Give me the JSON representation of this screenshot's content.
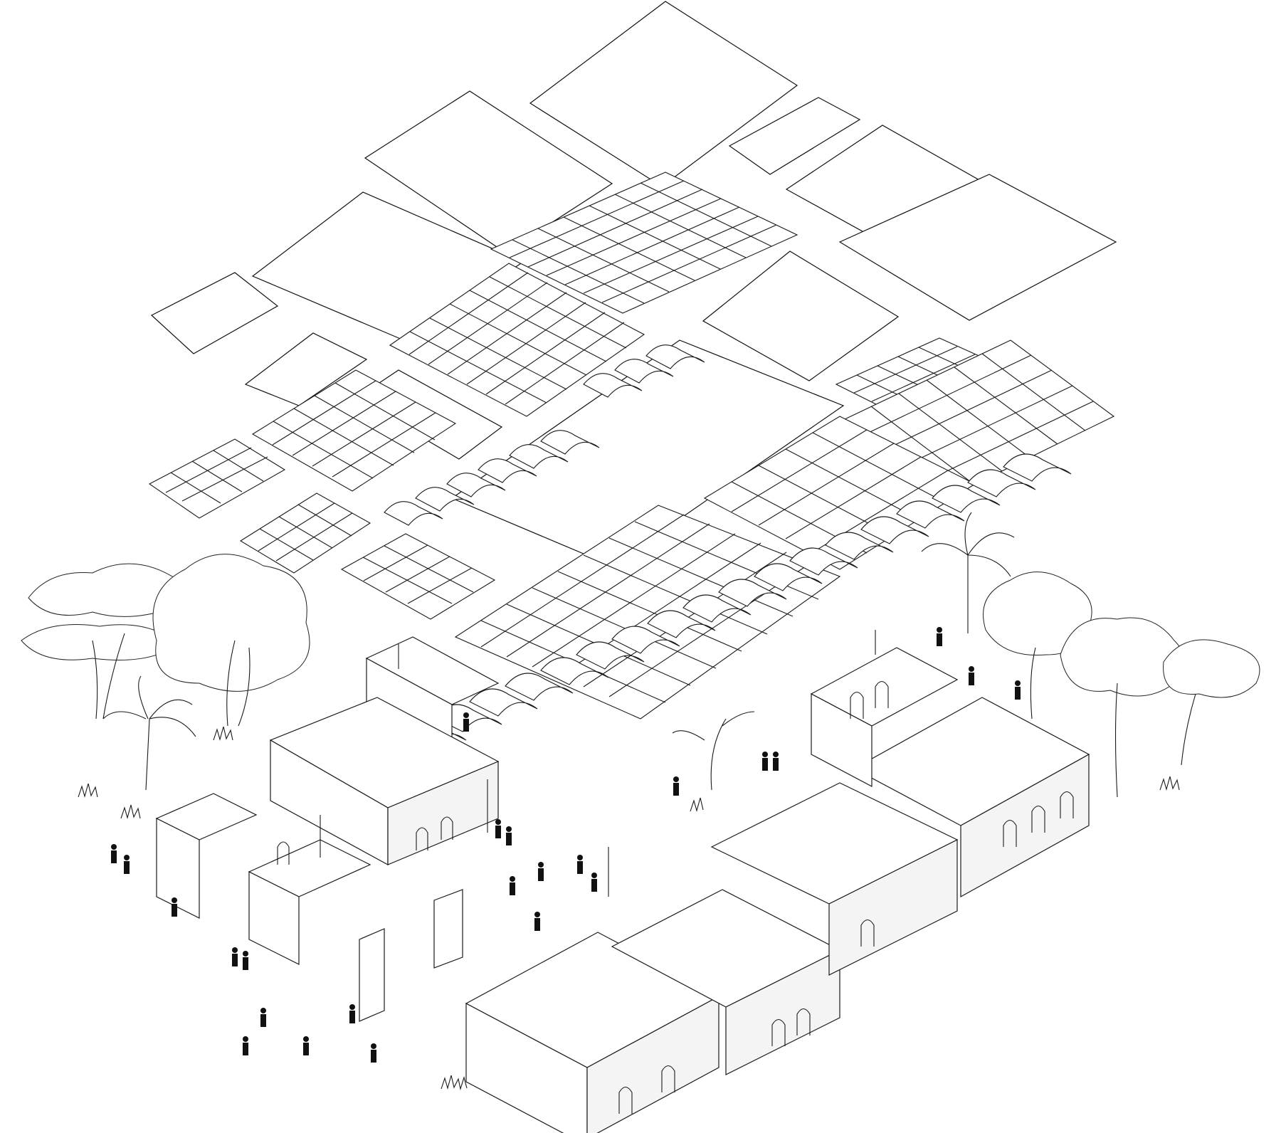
{
  "drawing": {
    "type": "exploded-axonometric",
    "ink_color": "#1a1a1a",
    "paper_color": "#ffffff",
    "layers": [
      "corrugated-roof-sheets",
      "timber-roof-frames",
      "barrel-vaults",
      "masonry-walls-and-courtyard",
      "trees-and-people"
    ]
  }
}
